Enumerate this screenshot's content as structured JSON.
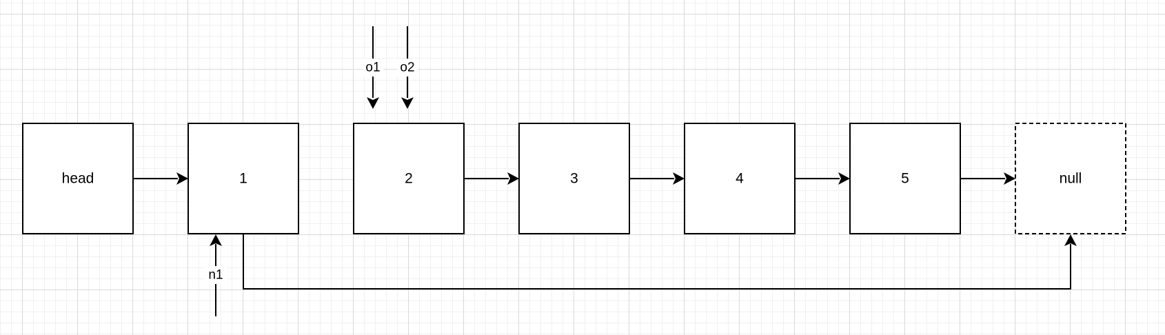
{
  "diagram": {
    "nodes": [
      {
        "id": "head",
        "label": "head"
      },
      {
        "id": "n-1",
        "label": "1"
      },
      {
        "id": "n-2",
        "label": "2"
      },
      {
        "id": "n-3",
        "label": "3"
      },
      {
        "id": "n-4",
        "label": "4"
      },
      {
        "id": "n-5",
        "label": "5"
      },
      {
        "id": "null",
        "label": "null",
        "style": "dashed"
      }
    ],
    "pointers": [
      {
        "id": "o1",
        "label": "o1",
        "target": "n-2"
      },
      {
        "id": "o2",
        "label": "o2",
        "target": "n-2"
      },
      {
        "id": "n1",
        "label": "n1",
        "target": "n-1"
      }
    ],
    "edges": [
      {
        "from": "head",
        "to": "n-1"
      },
      {
        "from": "n-2",
        "to": "n-3"
      },
      {
        "from": "n-3",
        "to": "n-4"
      },
      {
        "from": "n-4",
        "to": "n-5"
      },
      {
        "from": "n-5",
        "to": "null"
      },
      {
        "from": "n-1",
        "to": "null"
      }
    ]
  }
}
